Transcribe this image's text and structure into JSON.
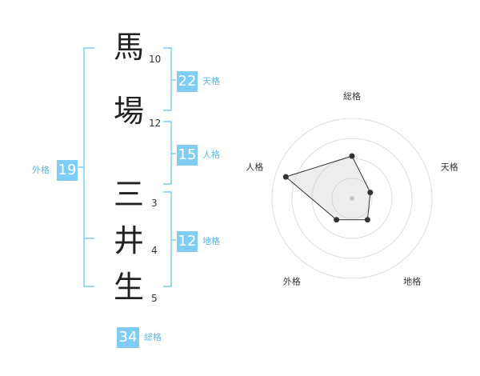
{
  "name": {
    "chars": [
      "馬",
      "場",
      "三",
      "井",
      "生"
    ],
    "strokes": [
      "10",
      "12",
      "3",
      "4",
      "5"
    ]
  },
  "kakusu": {
    "tenkaku": {
      "value": "22",
      "label": "天格"
    },
    "jinkaku": {
      "value": "15",
      "label": "人格"
    },
    "chikaku": {
      "value": "12",
      "label": "地格"
    },
    "gaikaku": {
      "value": "19",
      "label": "外格"
    },
    "soukaku": {
      "value": "34",
      "label": "総格"
    }
  },
  "colors": {
    "accent": "#7fcdf4",
    "bracket": "#7fcdf4",
    "ring": "#dddddd",
    "fill": "#f0f0f0"
  },
  "chart_data": {
    "type": "radar",
    "axes": [
      "総格",
      "天格",
      "地格",
      "外格",
      "人格"
    ],
    "values": [
      0.53,
      0.24,
      0.33,
      0.33,
      0.87
    ],
    "range": [
      0,
      1
    ],
    "rings": 4
  }
}
